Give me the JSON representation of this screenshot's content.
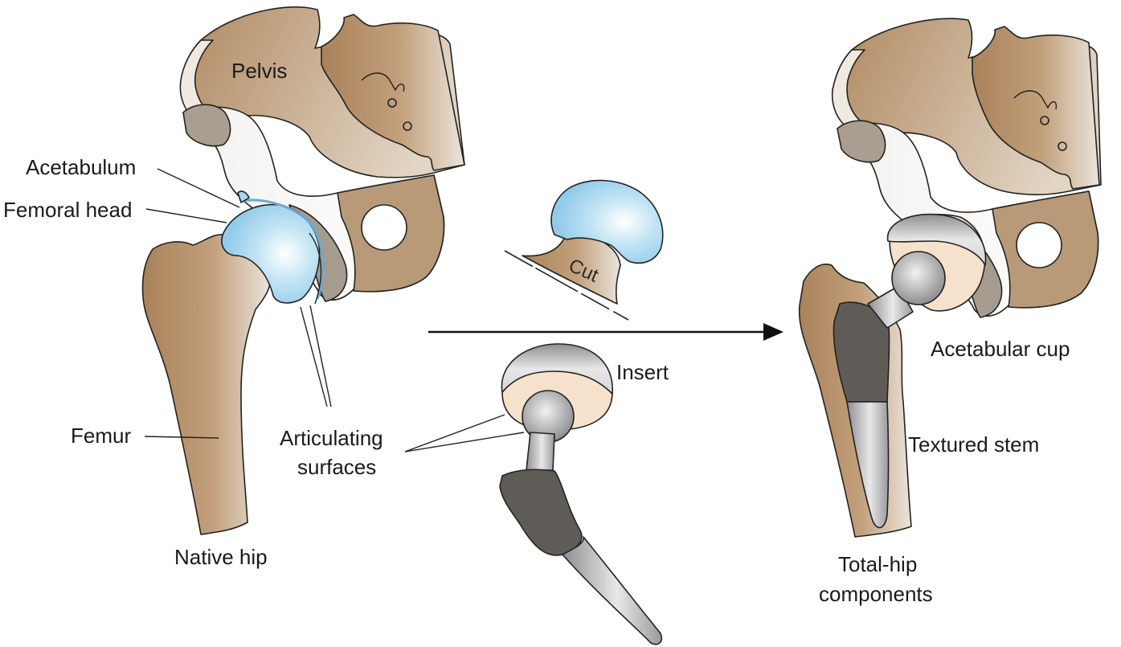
{
  "labels": {
    "pelvis": "Pelvis",
    "acetabulum": "Acetabulum",
    "femoral_head": "Femoral head",
    "femur": "Femur",
    "articulating_1": "Articulating",
    "articulating_2": "surfaces",
    "native_hip": "Native hip",
    "cut": "Cut",
    "insert": "Insert",
    "acetabular_cup": "Acetabular cup",
    "textured_stem": "Textured stem",
    "total_hip_1": "Total-hip",
    "total_hip_2": "components"
  },
  "colors": {
    "bone": "#b08a62",
    "bone_light": "#e6dccf",
    "cartilage": "#a9d8f0",
    "metal": "#a9a9ab",
    "metal_dark": "#5f5c58",
    "liner": "#f6e1cc",
    "outline": "#222222"
  },
  "icons": {
    "arrow": "right-arrow-icon"
  }
}
